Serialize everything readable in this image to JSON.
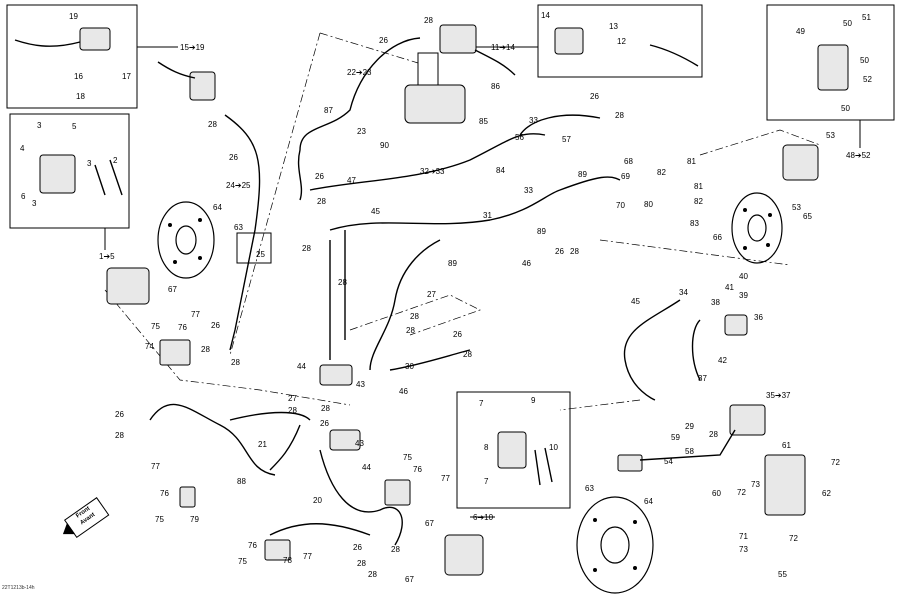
{
  "reference_code": "22T1213b-14h",
  "front_marker": {
    "line1": "Front",
    "line2": "Avant"
  },
  "labels": {
    "l19a": "19",
    "l15_19": "15➔19",
    "l16": "16",
    "l17": "17",
    "l18": "18",
    "l3a": "3",
    "l5a": "5",
    "l4": "4",
    "l3b": "3",
    "l2": "2",
    "l3c": "3",
    "l6": "6",
    "l1_5": "1➔5",
    "l64a": "64",
    "l63a": "63",
    "l25": "25",
    "l24_25": "24➔25",
    "l67a": "67",
    "l28a": "28",
    "l26a": "26",
    "l87": "87",
    "l23": "23",
    "l22_23": "22➔23",
    "l26b": "26",
    "l28b": "28",
    "l11_14": "11➔14",
    "l14": "14",
    "l13": "13",
    "l12": "12",
    "l86": "86",
    "l85": "85",
    "l90": "90",
    "l47": "47",
    "l26c": "26",
    "l28c": "28",
    "l45": "45",
    "l32_33": "32➔33",
    "l31": "31",
    "l56": "56",
    "l33a": "33",
    "l26d": "26",
    "l28d": "28",
    "l57": "57",
    "l84": "84",
    "l33b": "33",
    "l68": "68",
    "l69": "69",
    "l89a": "89",
    "l70": "70",
    "l82a": "82",
    "l81a": "81",
    "l81b": "81",
    "l80": "80",
    "l82b": "82",
    "l83": "83",
    "l89b": "89",
    "l46a": "46",
    "l26e": "26",
    "l28e": "28",
    "l89c": "89",
    "l28f": "28",
    "l27a": "27",
    "l28g": "28",
    "l28h": "28",
    "l28i": "28",
    "l26f": "26",
    "l28j": "28",
    "l44a": "44",
    "l43a": "43",
    "l30": "30",
    "l46b": "46",
    "l49": "49",
    "l50a": "50",
    "l51": "51",
    "l50b": "50",
    "l52": "52",
    "l50c": "50",
    "l53a": "53",
    "l48_52": "48➔52",
    "l53b": "53",
    "l65": "65",
    "l66": "66",
    "l75a": "75",
    "l76a": "76",
    "l77a": "77",
    "l74": "74",
    "l26g": "26",
    "l28k": "28",
    "l28l": "28",
    "l40": "40",
    "l41": "41",
    "l39": "39",
    "l38": "38",
    "l34": "34",
    "l45b": "45",
    "l36": "36",
    "l42": "42",
    "l37": "37",
    "l35_37": "35➔37",
    "l26h": "26",
    "l28m": "28",
    "l21": "21",
    "l88": "88",
    "l27b": "27",
    "l28n": "28",
    "l26i": "26",
    "l28o": "28",
    "l43b": "43",
    "l44b": "44",
    "l7": "7",
    "l9": "9",
    "l8": "8",
    "l7b": "7",
    "l10": "10",
    "l29": "29",
    "l28p": "28",
    "l59": "59",
    "l58": "58",
    "l54": "54",
    "l60": "60",
    "l61": "61",
    "l73a": "73",
    "l72a": "72",
    "l72b": "72",
    "l62": "62",
    "l71": "71",
    "l73b": "73",
    "l72c": "72",
    "l55": "55",
    "l77b": "77",
    "l76b": "76",
    "l75b": "75",
    "l79": "79",
    "l20": "20",
    "l75c": "75",
    "l76c": "76",
    "l77c": "77",
    "l76d": "76",
    "l78": "78",
    "l75d": "75",
    "l77d": "77",
    "l26j": "26",
    "l28q": "28",
    "l28r": "28",
    "l67b": "67",
    "l6_10": "6➔10",
    "l63b": "63",
    "l64b": "64",
    "l67c": "67"
  }
}
